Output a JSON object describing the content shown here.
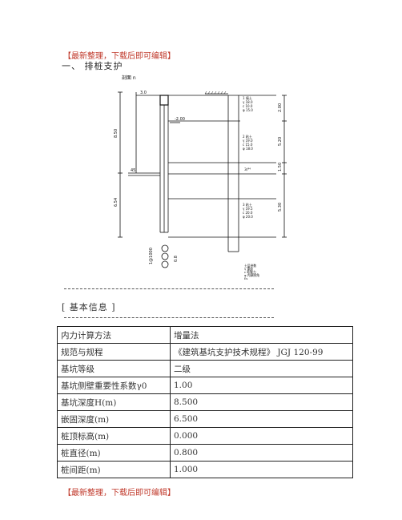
{
  "header_note": "【最新整理，下载后即可编辑】",
  "footer_note": "【最新整理，下载后即可编辑】",
  "section_title": "一、 排桩支护",
  "diagram": {
    "scale_label": "剖面 n",
    "dims_right": [
      "2.00",
      "5.20",
      "1.50",
      "5.30"
    ],
    "dims_left": [
      "8.50",
      "6.54"
    ],
    "label_top": "3.0",
    "label_mid": "-2.00",
    "label_water": "45",
    "label_lower": "3/⁴⁴",
    "layer1": [
      "1 填土",
      "γ 18.0",
      "c 10.0",
      "φ 15.0"
    ],
    "layer2": [
      "2 粘土",
      "γ 19.0",
      "c 15.0",
      "φ 18.0"
    ],
    "layer3": [
      "3 粘土",
      "γ 19.5",
      "c 20.0",
      "φ 20.0"
    ],
    "pile_note": [
      "1@1000",
      "0.8"
    ],
    "legend": [
      "土层参数",
      "γ 重度",
      "c 粘聚力",
      "φ 内摩擦角",
      "Es"
    ]
  },
  "basic_info_label": "[ 基本信息 ]",
  "basic_info_rows": [
    {
      "name": "内力计算方法",
      "value": "增量法"
    },
    {
      "name": "规范与规程",
      "value": "《建筑基坑支护技术规程》 JGJ 120-99"
    },
    {
      "name": "基坑等级",
      "value": "二级"
    },
    {
      "name": "基坑侧壁重要性系数γ0",
      "value": "1.00"
    },
    {
      "name": "基坑深度H(m)",
      "value": "8.500"
    },
    {
      "name": "嵌固深度(m)",
      "value": "6.500"
    },
    {
      "name": "桩顶标高(m)",
      "value": "0.000"
    },
    {
      "name": "桩直径(m)",
      "value": "0.800"
    },
    {
      "name": "桩间距(m)",
      "value": "1.000"
    }
  ]
}
